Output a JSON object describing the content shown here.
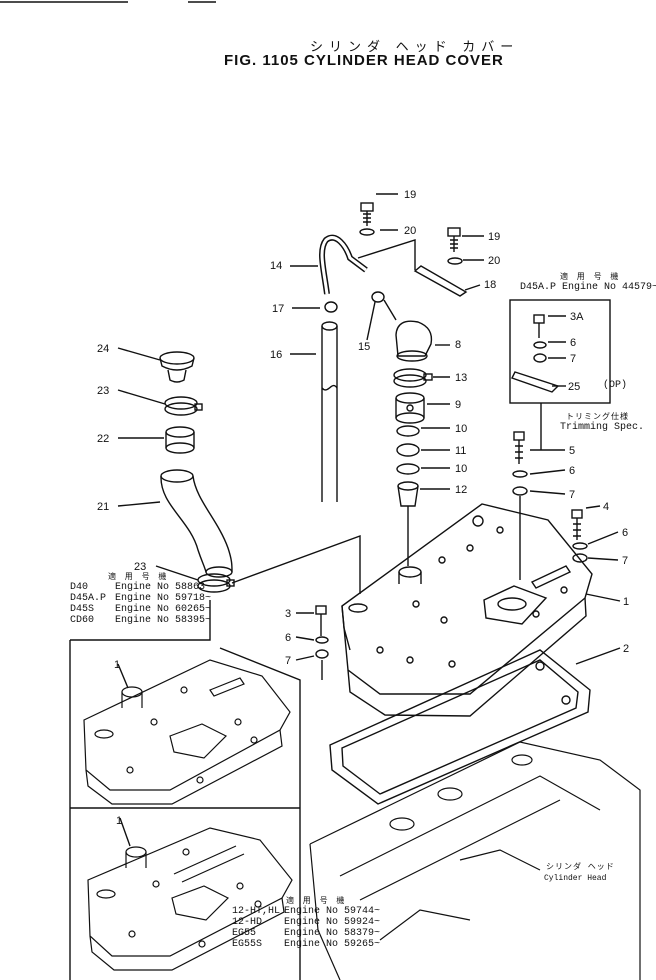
{
  "header": {
    "title_jp": "シリンダ ヘッド カバー",
    "title": "FIG. 1105  CYLINDER HEAD COVER"
  },
  "callouts": [
    "19",
    "20",
    "19",
    "20",
    "18",
    "14",
    "17",
    "15",
    "16",
    "8",
    "13",
    "9",
    "10",
    "11",
    "10",
    "12",
    "24",
    "23",
    "22",
    "21",
    "23",
    "3A",
    "6",
    "7",
    "25",
    "5",
    "6",
    "7",
    "4",
    "6",
    "7",
    "1",
    "3",
    "6",
    "7",
    "2",
    "1",
    "1"
  ],
  "applicability_top": {
    "jp": "適 用 号 機",
    "line": "D45A.P Engine No 44579~"
  },
  "op_label": "(OP)",
  "trimming": {
    "jp": "トリミング仕様",
    "en": "Trimming Spec."
  },
  "applicability_left": {
    "jp": "適 用 号 機",
    "rows": [
      {
        "model": "D40",
        "text": "Engine No 58863~"
      },
      {
        "model": "D45A.P",
        "text": "Engine No 59718~"
      },
      {
        "model": "D45S",
        "text": "Engine No 60265~"
      },
      {
        "model": "CD60",
        "text": "Engine No 58395~"
      }
    ]
  },
  "cyl_head": {
    "jp": "シリンダ ヘッド",
    "en": "Cylinder Head"
  },
  "applicability_bottom": {
    "jp": "適 用 号 機",
    "rows": [
      {
        "model": "12-HT,HL",
        "text": "Engine No 59744~"
      },
      {
        "model": "12-HD",
        "text": "Engine No 59924~"
      },
      {
        "model": "EG55",
        "text": "Engine No 58379~"
      },
      {
        "model": "EG55S",
        "text": "Engine No 59265~"
      }
    ]
  }
}
